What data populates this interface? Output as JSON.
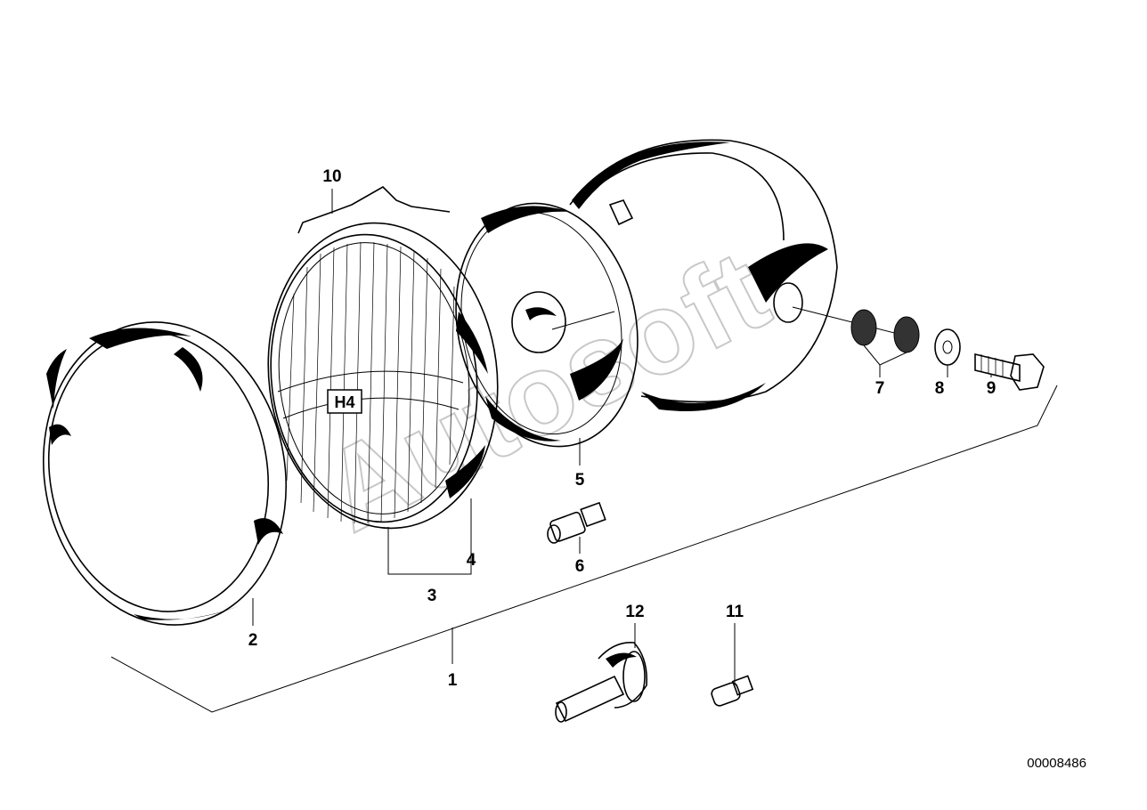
{
  "diagram": {
    "watermark": "Autosoft",
    "reference_code": "00008486",
    "lamp_marking": "H4",
    "part_labels": {
      "p1": "1",
      "p2": "2",
      "p3": "3",
      "p4": "4",
      "p5": "5",
      "p6": "6",
      "p7": "7",
      "p8": "8",
      "p9": "9",
      "p10": "10",
      "p11": "11",
      "p12": "12"
    }
  }
}
